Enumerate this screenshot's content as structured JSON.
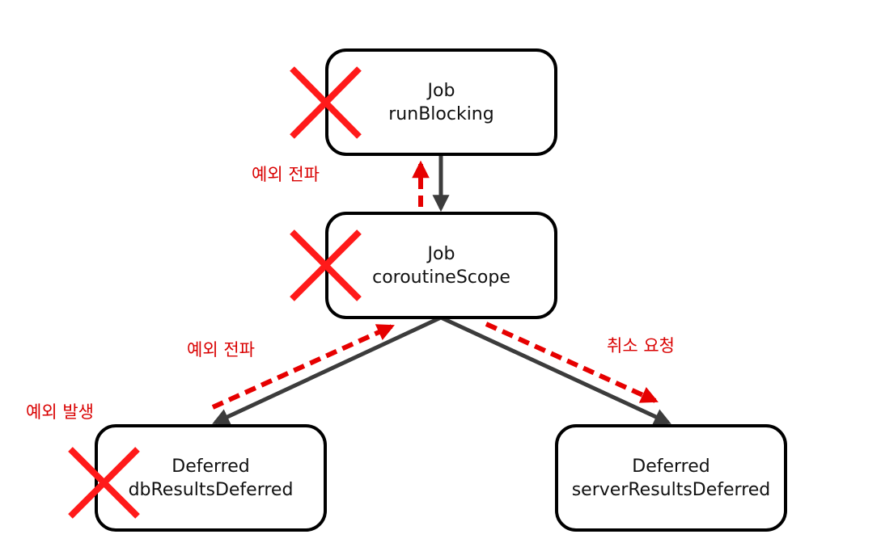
{
  "colors": {
    "edge": "#3c3c3c",
    "signal": "#e60000",
    "box_border": "#000000",
    "text": "#111111",
    "label": "#d90000"
  },
  "nodes": {
    "run_blocking": {
      "type": "Job",
      "name": "runBlocking",
      "cancelled": true
    },
    "coroutine_scope": {
      "type": "Job",
      "name": "coroutineScope",
      "cancelled": true
    },
    "db_results": {
      "type": "Deferred",
      "name": "dbResultsDeferred",
      "cancelled": true
    },
    "server_results": {
      "type": "Deferred",
      "name": "serverResultsDeferred",
      "cancelled": false
    }
  },
  "edges": [
    {
      "from": "run_blocking",
      "to": "coroutine_scope",
      "style": "solid"
    },
    {
      "from": "coroutine_scope",
      "to": "db_results",
      "style": "solid"
    },
    {
      "from": "coroutine_scope",
      "to": "server_results",
      "style": "solid"
    }
  ],
  "signals": [
    {
      "from": "coroutine_scope",
      "to": "run_blocking",
      "style": "dashed",
      "label_key": "propagate_top"
    },
    {
      "from": "db_results",
      "to": "coroutine_scope",
      "style": "dashed",
      "label_key": "propagate_mid"
    },
    {
      "from": "coroutine_scope",
      "to": "server_results",
      "style": "dashed",
      "label_key": "cancel_request"
    }
  ],
  "labels": {
    "propagate_top": "예외 전파",
    "propagate_mid": "예외 전파",
    "cancel_request": "취소 요청",
    "exception_occurred": "예외 발생"
  }
}
